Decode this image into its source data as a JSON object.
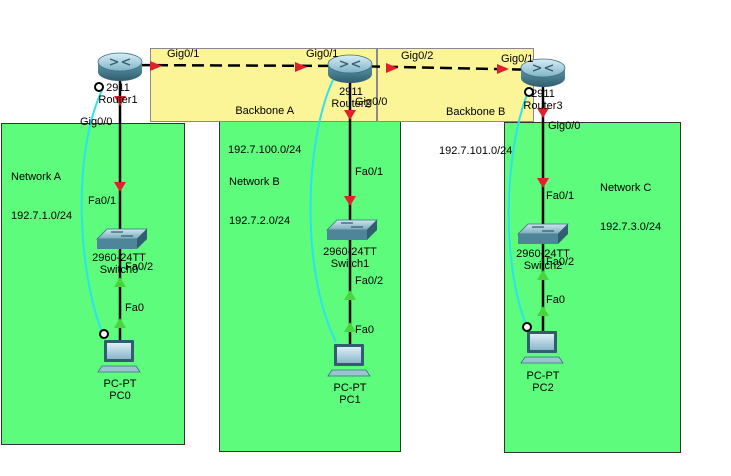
{
  "zones": {
    "network_a": {
      "name": "Network A",
      "subnet": "192.7.1.0/24"
    },
    "network_b": {
      "name": "Network B",
      "subnet": "192.7.2.0/24"
    },
    "network_c": {
      "name": "Network C",
      "subnet": "192.7.3.0/24"
    },
    "backbone_a": {
      "name": "Backbone A",
      "subnet": "192.7.100.0/24"
    },
    "backbone_b": {
      "name": "Backbone B",
      "subnet": "192.7.101.0/24"
    }
  },
  "devices": {
    "router1": {
      "model": "2911",
      "name": "Router1"
    },
    "router2": {
      "model": "2911",
      "name": "Router2"
    },
    "router3": {
      "model": "2911",
      "name": "Router3"
    },
    "switch0": {
      "model": "2960-24TT",
      "name": "Switch0"
    },
    "switch1": {
      "model": "2960-24TT",
      "name": "Switch1"
    },
    "switch2": {
      "model": "2960-24TT",
      "name": "Switch2"
    },
    "pc0": {
      "model": "PC-PT",
      "name": "PC0"
    },
    "pc1": {
      "model": "PC-PT",
      "name": "PC1"
    },
    "pc2": {
      "model": "PC-PT",
      "name": "PC2"
    }
  },
  "ports": {
    "r1_gig01": "Gig0/1",
    "r2_gig01": "Gig0/1",
    "r2_gig02": "Gig0/2",
    "r3_gig01": "Gig0/1",
    "r1_gig00": "Gig0/0",
    "r2_gig00": "Gig0/0",
    "r3_gig00": "Gig0/0",
    "sw0_fa01": "Fa0/1",
    "sw1_fa01": "Fa0/1",
    "sw2_fa01": "Fa0/1",
    "sw0_fa02": "Fa0/2",
    "sw1_fa02": "Fa0/2",
    "sw2_fa02": "Fa0/2",
    "pc0_fa0": "Fa0",
    "pc1_fa0": "Fa0",
    "pc2_fa0": "Fa0"
  },
  "colors": {
    "network_fill": "#5dfc7c",
    "backbone_fill": "#fbf597",
    "console_cable": "#29e3f0",
    "link_down": "#e0202a",
    "link_up": "#4bd23c"
  }
}
